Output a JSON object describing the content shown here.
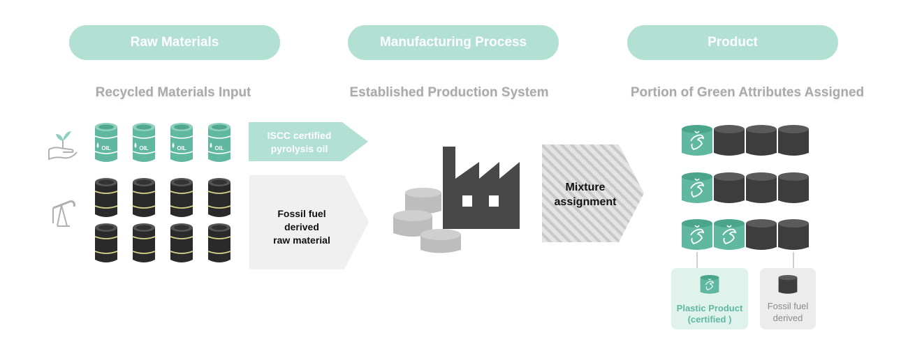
{
  "headers": {
    "raw_materials": "Raw Materials",
    "manufacturing_process": "Manufacturing Process",
    "product": "Product"
  },
  "subtitles": {
    "recycled_input": "Recycled Materials Input",
    "production_system": "Established Production System",
    "green_attributes": "Portion of Green Attributes Assigned"
  },
  "arrows": {
    "iscc_line1": "ISCC certified",
    "iscc_line2": "pyrolysis oil",
    "fossil_line1": "Fossil fuel",
    "fossil_line2": "derived",
    "fossil_line3": "raw material",
    "mixture_line1": "Mixture",
    "mixture_line2": "assignment"
  },
  "barrel_label": "OIL",
  "product_rows": [
    1,
    1,
    2
  ],
  "product_cards": {
    "plastic_line1": "Plastic Product",
    "plastic_line2": "(certified )",
    "fossil_line1": "Fossil fuel",
    "fossil_line2": "derived"
  },
  "colors": {
    "accent": "#b2e0d3",
    "green_barrel": "#5fb89f",
    "black_barrel": "#2a2a2a",
    "dark_cylinder": "#3d3d3d",
    "certified_text": "#5fb89f",
    "factory": "#484848"
  }
}
